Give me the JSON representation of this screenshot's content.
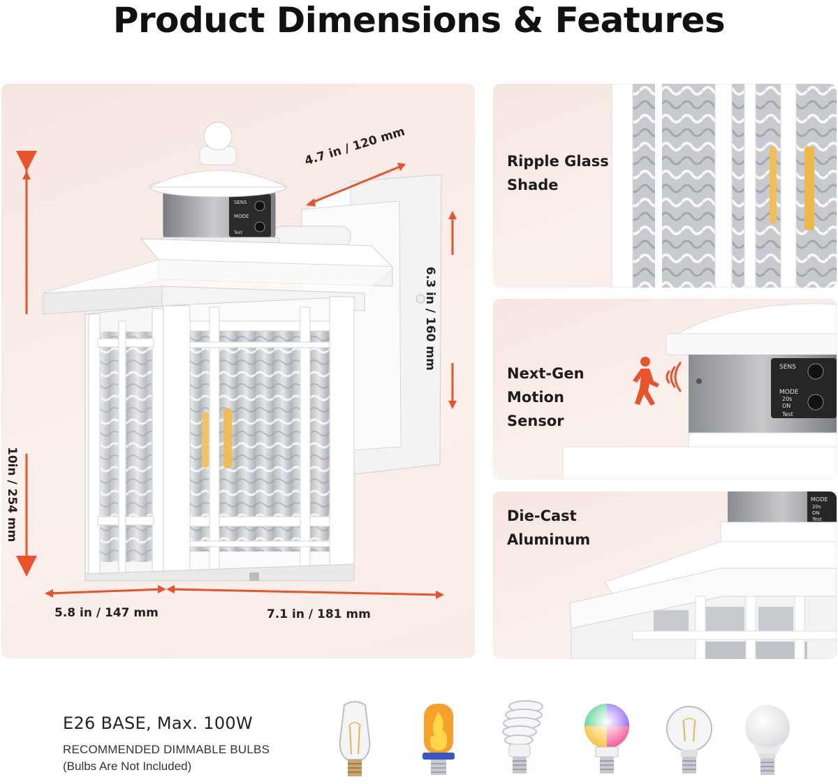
{
  "title": "Product Dimensions & Features",
  "dimensions": {
    "depth": "4.7 in / 120 mm",
    "backplate_height": "6.3 in / 160 mm",
    "height": "10in / 254 mm",
    "width": "5.8 in / 147 mm",
    "extension": "7.1 in / 181 mm"
  },
  "sensor_dial": {
    "sens": "SENS",
    "mode": "MODE",
    "mode_20s": "20s",
    "mode_on": "ON",
    "test": "Test"
  },
  "features": [
    {
      "line1": "Ripple Glass",
      "line2": "Shade"
    },
    {
      "line1": "Next-Gen",
      "line2": "Motion Sensor"
    },
    {
      "line1": "Die-Cast",
      "line2": "Aluminum"
    }
  ],
  "bulbs": {
    "base": "E26 BASE, Max. 100W",
    "recommended": "RECOMMENDED DIMMABLE BULBS",
    "note": "(Bulbs Are Not Included)"
  },
  "colors": {
    "accent": "#e8532b",
    "panel": "#f6e6e1",
    "fixture": "#ffffff",
    "sensor": "#9a9a9a"
  }
}
